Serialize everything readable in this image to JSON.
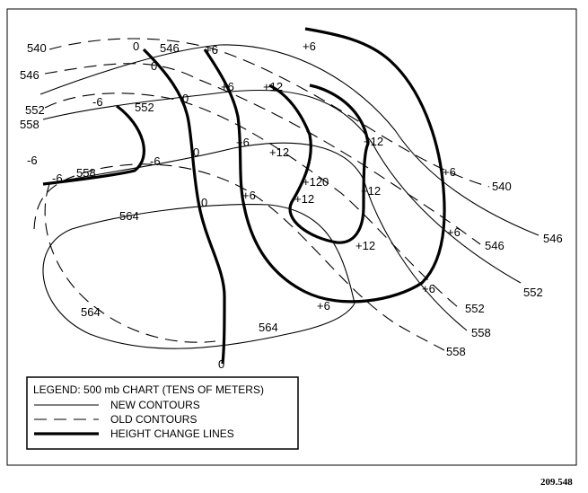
{
  "legend": {
    "title": "LEGEND: 500 mb CHART (TENS OF METERS)",
    "items": [
      {
        "style": "thin-solid",
        "label": "NEW CONTOURS"
      },
      {
        "style": "dashed",
        "label": "OLD CONTOURS"
      },
      {
        "style": "thick-solid",
        "label": "HEIGHT CHANGE LINES"
      }
    ]
  },
  "figure_number": "209.548",
  "contour_labels": {
    "left_540": "540",
    "left_546": "546",
    "left_552": "552",
    "left_558": "558",
    "mid_552": "552",
    "mid_558": "558",
    "mid_564": "564",
    "bottom_564_left": "564",
    "bottom_564_right": "564",
    "top_546": "546",
    "right_540": "540",
    "right_546_old": "546",
    "right_546_new": "546",
    "right_552_new": "552",
    "right_552_old": "552",
    "right_558_new": "558",
    "right_558_old": "558"
  },
  "height_change_labels": {
    "neg6_far_left": "-6",
    "neg6_left": "-6",
    "neg6_upper": "-6",
    "neg6_inner": "-6",
    "zero_top": "0",
    "zero_top2": "0",
    "zero_mid_upper": "0",
    "zero_mid": "0",
    "zero_lower": "0",
    "zero_bottom": "0",
    "p6_top": "+6",
    "p6_top_right": "+6",
    "p6_upper": "+6",
    "p6_mid": "+6",
    "p6_lower": "+6",
    "p6_bottom": "+6",
    "p6_right1": "+6",
    "p6_right2": "+6",
    "p6_right3": "+6",
    "p12_top": "+12",
    "p12_upper": "+12",
    "p12_mid": "+12",
    "p12_right1": "+12",
    "p12_right2": "+12",
    "p12_right3": "+12",
    "p120_center": "+120"
  }
}
